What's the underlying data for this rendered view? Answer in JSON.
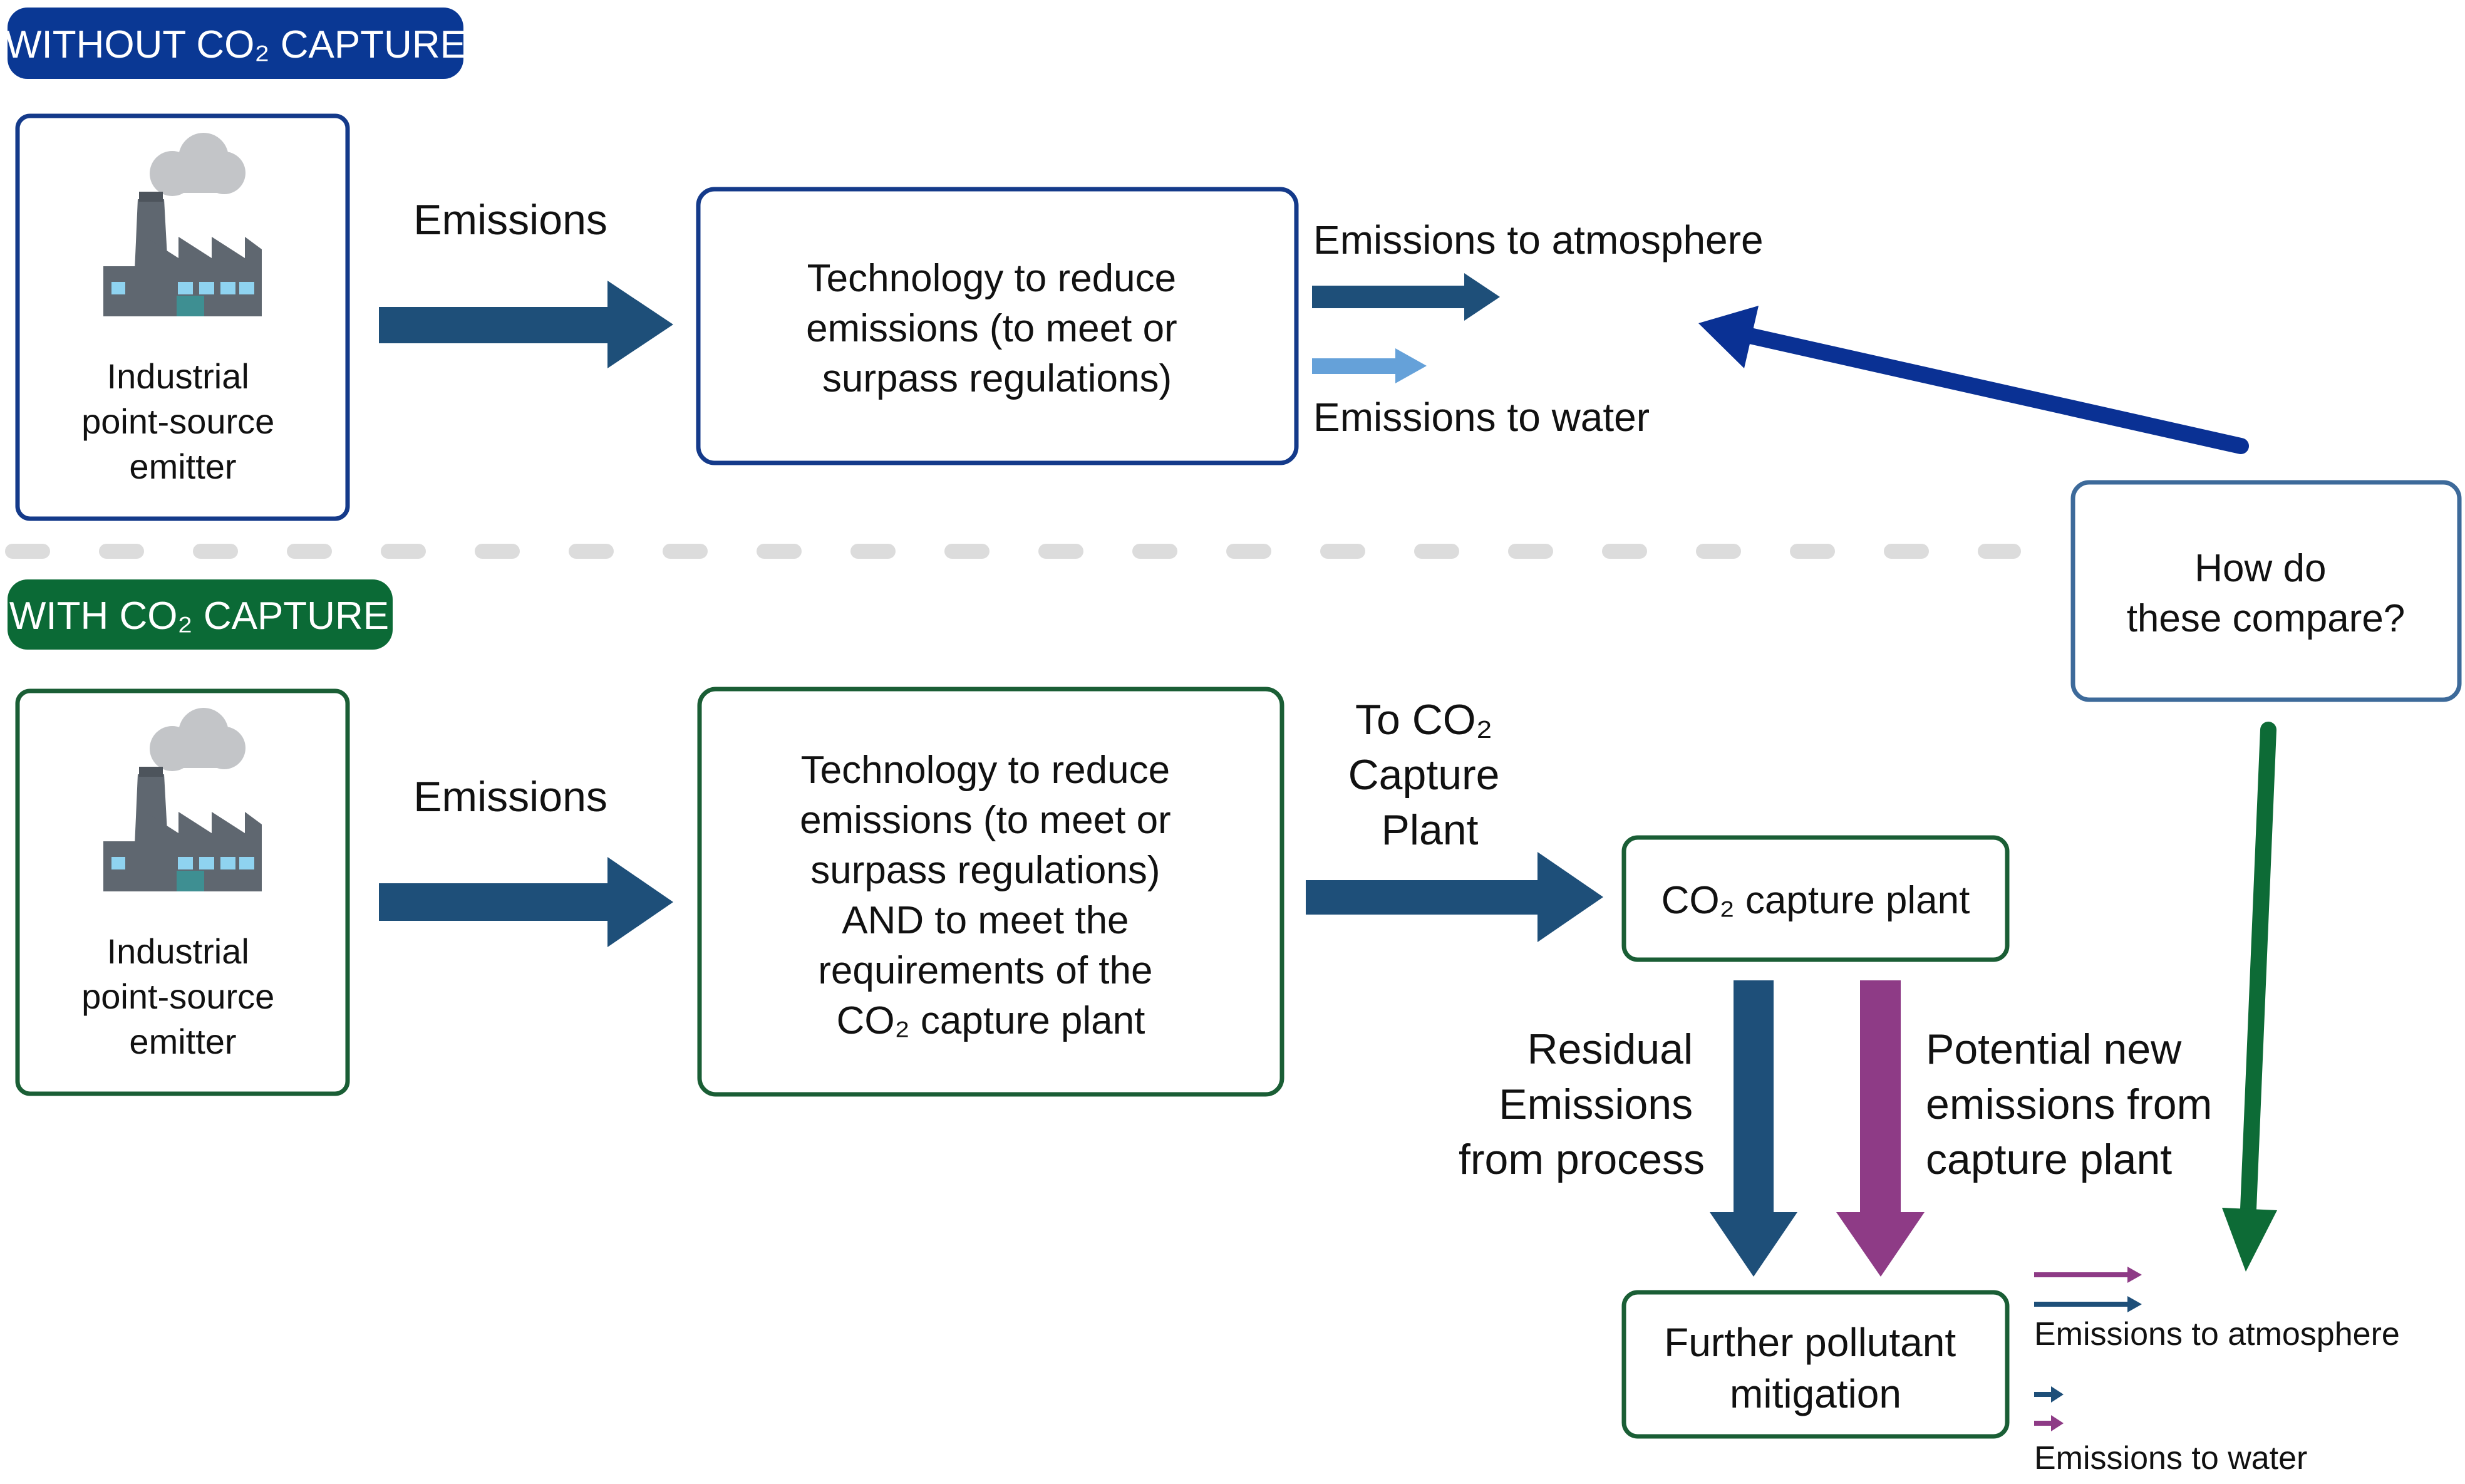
{
  "colors": {
    "navy_label": "#0a3894",
    "green_label": "#0b6a36",
    "arrow_navy": "#1e4f79",
    "arrow_light": "#65a1d9",
    "arrow_blue": "#0a3194",
    "arrow_green": "#0d6b36",
    "arrow_purple": "#8e3b86",
    "box_blue": "#143a8a",
    "box_green": "#1a5e35",
    "box_compare": "#3d6a9a",
    "divider": "#dcdcdc",
    "factory_body": "#5f6770",
    "factory_window": "#8fd3f0",
    "smoke": "#c3c5c8"
  },
  "top": {
    "section_label": "WITHOUT CO₂ CAPTURE",
    "emitter_lines": [
      "Industrial",
      "point-source",
      "emitter"
    ],
    "emissions_label": "Emissions",
    "tech_lines": [
      "Technology to reduce",
      "emissions (to meet or",
      "surpass regulations)"
    ],
    "atmosphere_label": "Emissions to atmosphere",
    "water_label": "Emissions to water"
  },
  "compare": {
    "lines": [
      "How do",
      "these compare?"
    ]
  },
  "bottom": {
    "section_label": "WITH CO₂ CAPTURE",
    "emitter_lines": [
      "Industrial",
      "point-source",
      "emitter"
    ],
    "emissions_label": "Emissions",
    "tech_lines": [
      "Technology to reduce",
      "emissions (to meet or",
      "surpass regulations)",
      "AND to meet the",
      "requirements of the",
      "CO₂ capture plant"
    ],
    "to_capture_lines": [
      "To CO₂",
      "Capture",
      "Plant"
    ],
    "capture_plant_label": "CO₂ capture plant",
    "residual_lines": [
      "Residual",
      "Emissions",
      "from process"
    ],
    "potential_lines": [
      "Potential new",
      "emissions from",
      "capture plant"
    ],
    "mitigation_lines": [
      "Further pollutant",
      "mitigation"
    ],
    "legend_atmosphere": "Emissions to atmosphere",
    "legend_water": "Emissions to water"
  }
}
